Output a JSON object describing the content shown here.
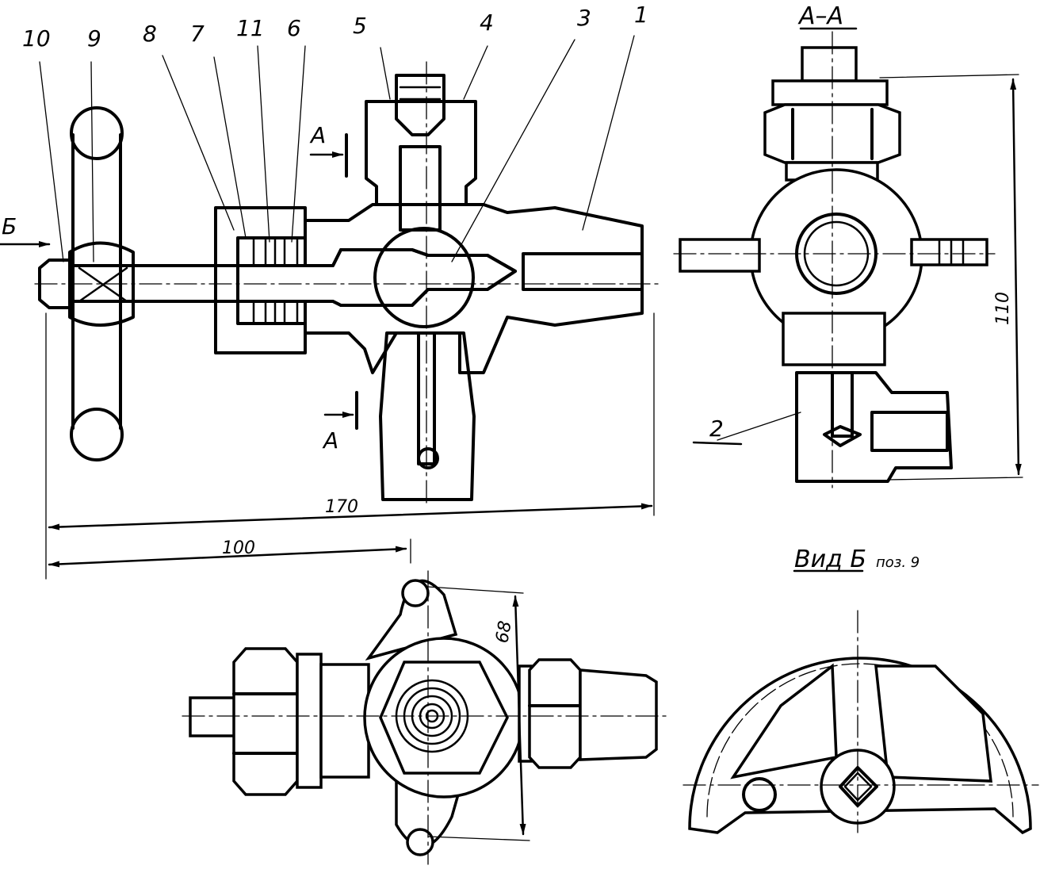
{
  "callouts": {
    "p10": "10",
    "p9": "9",
    "p8": "8",
    "p7": "7",
    "p11": "11",
    "p6": "6",
    "p5": "5",
    "p4": "4",
    "p3": "3",
    "p1": "1",
    "p2": "2"
  },
  "section_marks": {
    "a_top": "А",
    "a_bottom": "А",
    "b": "Б"
  },
  "titles": {
    "section_aa": "А–А",
    "view_b": "Вид Б",
    "view_b_note": "поз. 9"
  },
  "dimensions": {
    "d170": "170",
    "d100": "100",
    "d110": "110",
    "d68": "68"
  }
}
